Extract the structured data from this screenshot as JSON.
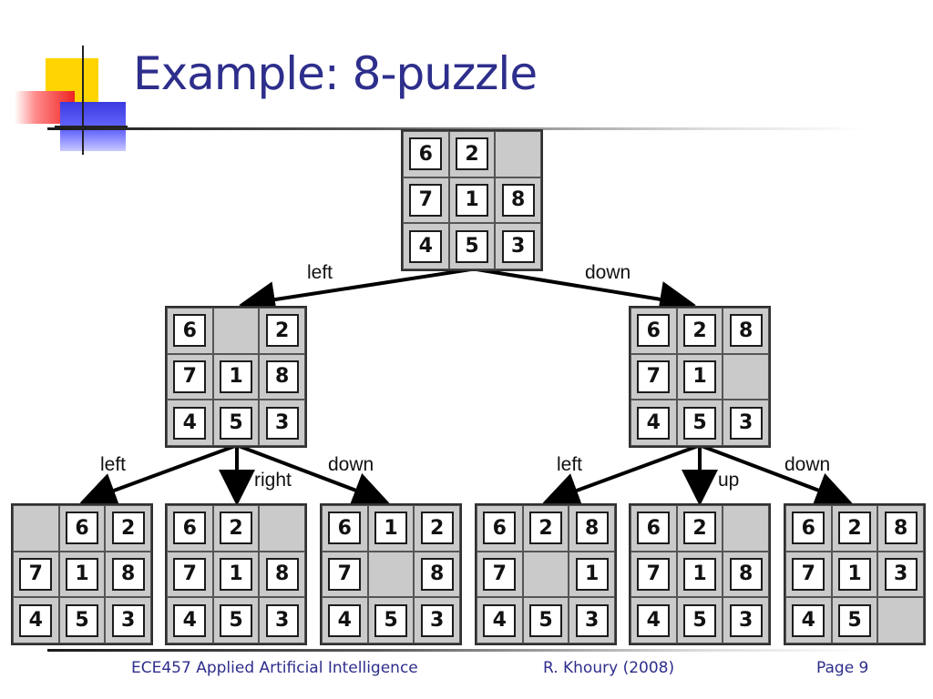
{
  "slide": {
    "title": "Example: 8-puzzle"
  },
  "puzzles": {
    "root": [
      "6",
      "2",
      "",
      "7",
      "1",
      "8",
      "4",
      "5",
      "3"
    ],
    "left_child": [
      "6",
      "",
      "2",
      "7",
      "1",
      "8",
      "4",
      "5",
      "3"
    ],
    "down_child": [
      "6",
      "2",
      "8",
      "7",
      "1",
      "",
      "4",
      "5",
      "3"
    ],
    "ll": [
      "",
      "6",
      "2",
      "7",
      "1",
      "8",
      "4",
      "5",
      "3"
    ],
    "lr": [
      "6",
      "2",
      "",
      "7",
      "1",
      "8",
      "4",
      "5",
      "3"
    ],
    "ld": [
      "6",
      "1",
      "2",
      "7",
      "",
      "8",
      "4",
      "5",
      "3"
    ],
    "dl": [
      "6",
      "2",
      "8",
      "7",
      "",
      "1",
      "4",
      "5",
      "3"
    ],
    "du": [
      "6",
      "2",
      "",
      "7",
      "1",
      "8",
      "4",
      "5",
      "3"
    ],
    "dd": [
      "6",
      "2",
      "8",
      "7",
      "1",
      "3",
      "4",
      "5",
      ""
    ]
  },
  "moves": {
    "root_left": "left",
    "root_down": "down",
    "l_left": "left",
    "l_right": "right",
    "l_down": "down",
    "d_left": "left",
    "d_up": "up",
    "d_down": "down"
  },
  "footer": {
    "course": "ECE457 Applied Artificial Intelligence",
    "author": "R. Khoury (2008)",
    "page": "Page 9"
  }
}
